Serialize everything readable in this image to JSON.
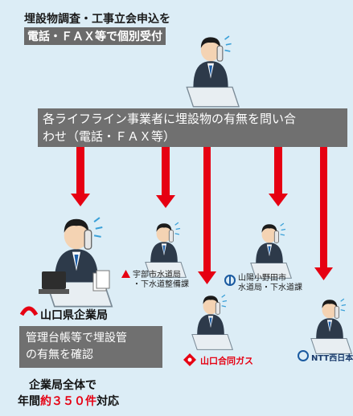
{
  "header": {
    "line1": "埋設物調査・工事立会申込を",
    "line2": "電話・ＦＡＸ等で個別受付"
  },
  "banner": {
    "line1": "各ライフライン事業者に埋設物の有無を問い合",
    "line2": "わせ（電話・ＦＡＸ等）"
  },
  "left_org": {
    "name": "山口県企業局"
  },
  "check_box": {
    "line1": "管理台帳等で埋設管",
    "line2": "の有無を確認"
  },
  "ube": {
    "line1": "宇部市水道局",
    "line2": "・下水道整備課"
  },
  "sanyo": {
    "line1": "山陽小野田市",
    "line2": "水道局・下水道課"
  },
  "gas": {
    "name": "山口合同ガス"
  },
  "ntt": {
    "name": "NTT西日本"
  },
  "footer": {
    "line1": "企業局全体で",
    "line2_pre": "年間",
    "line2_red": "約３５０件",
    "line2_post": "対応"
  },
  "colors": {
    "arrow": "#e60012",
    "panel": "#707070",
    "background": "#dcedf6"
  }
}
